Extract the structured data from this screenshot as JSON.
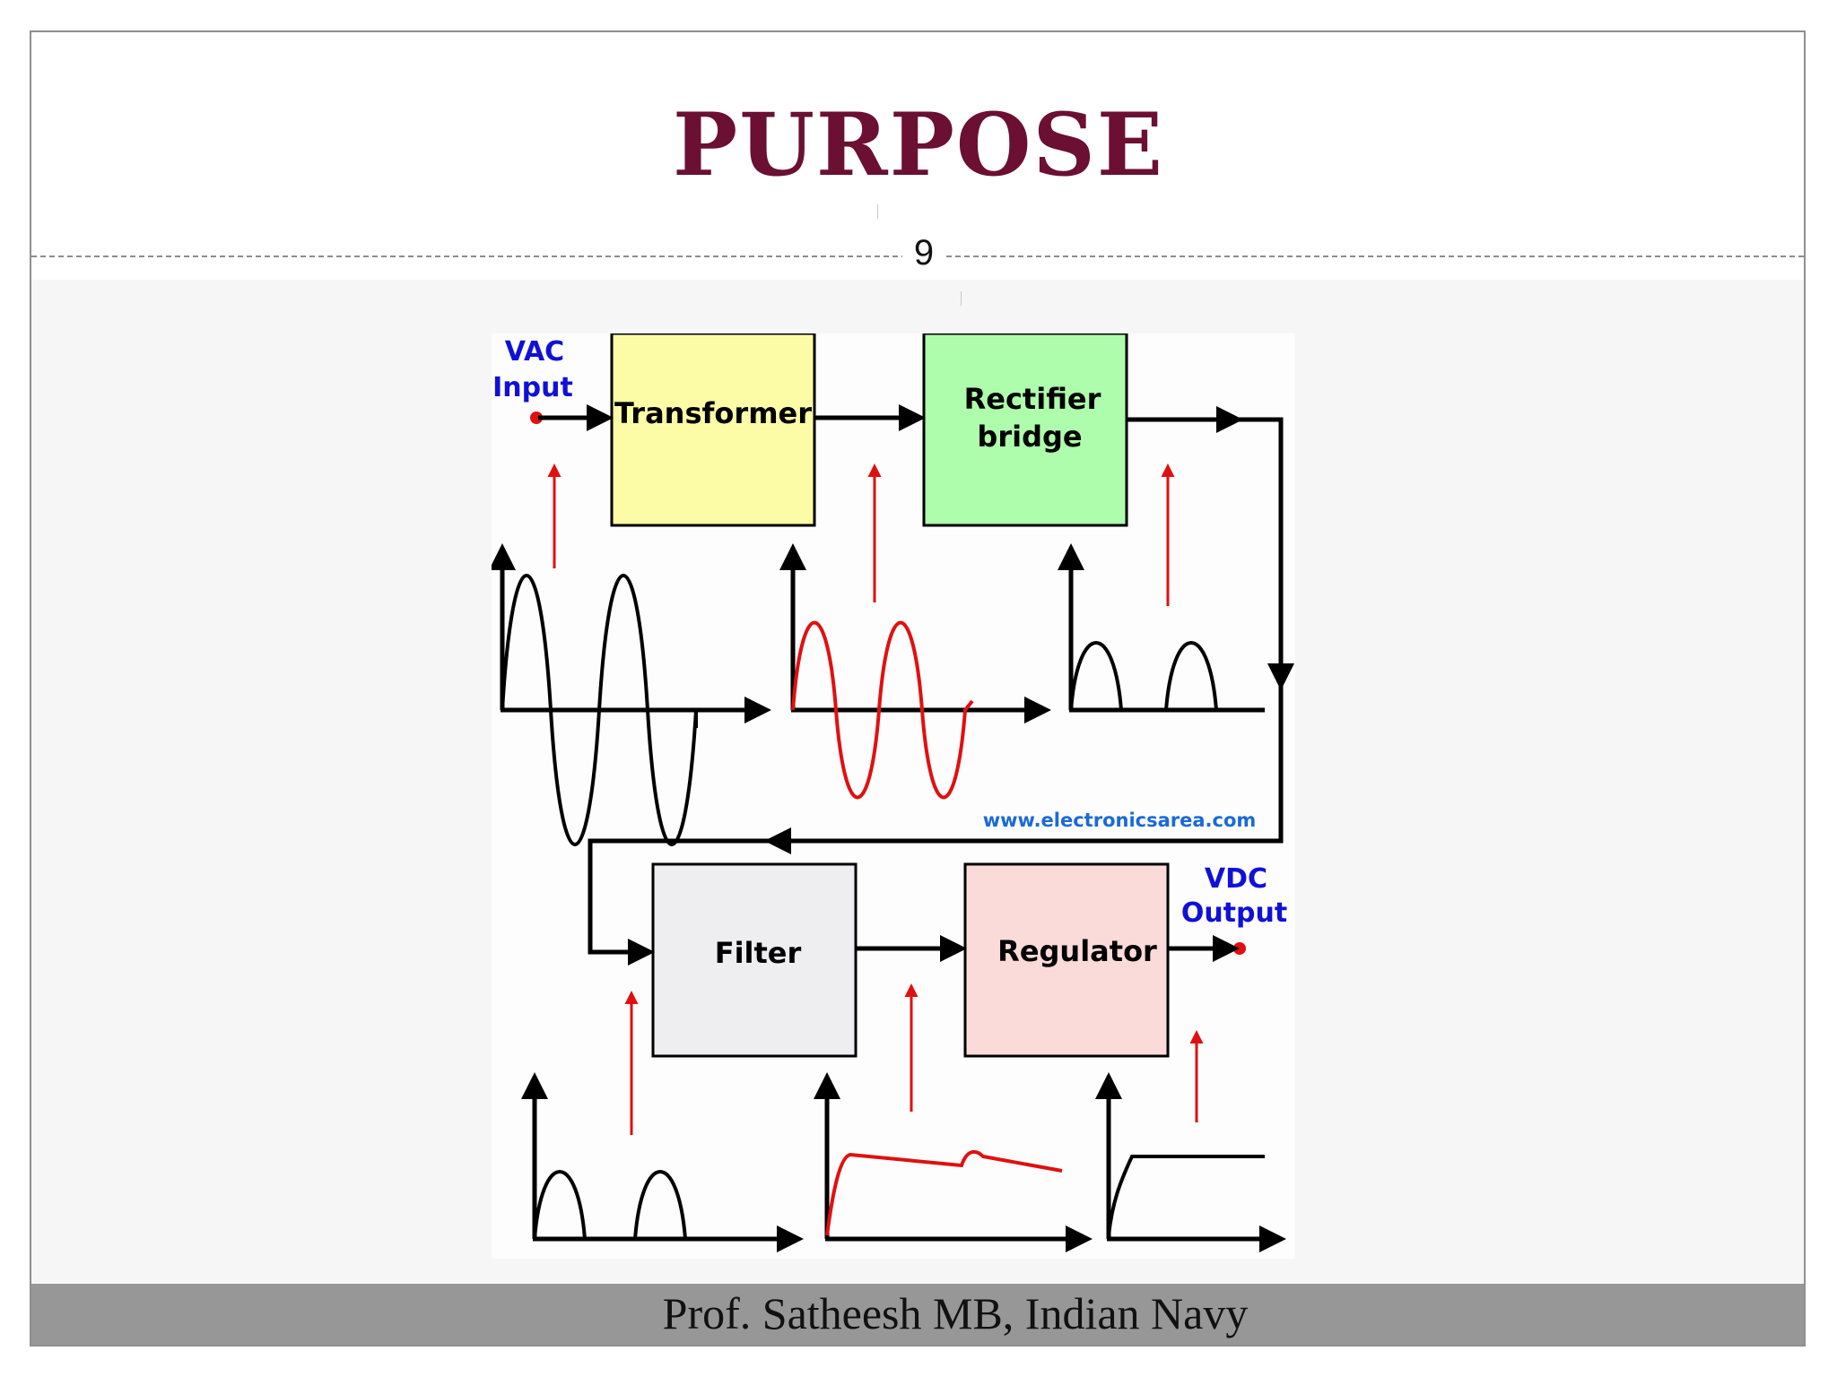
{
  "slide": {
    "title": "PURPOSE",
    "page_number": "9",
    "footer": "Prof. Satheesh MB, Indian Navy"
  },
  "diagram": {
    "input_label_1": "VAC",
    "input_label_2": "Input",
    "output_label_1": "VDC",
    "output_label_2": "Output",
    "blocks": {
      "transformer": "Transformer",
      "rectifier_1": "Rectifier",
      "rectifier_2": "bridge",
      "filter": "Filter",
      "regulator": "Regulator"
    },
    "watermark": "www.electronicsarea.com",
    "colors": {
      "transformer": "#fdfca6",
      "rectifier": "#aefdac",
      "filter": "#eeedf0",
      "regulator": "#fbdada",
      "label_blue": "#1010d8",
      "red": "#e01010"
    }
  }
}
